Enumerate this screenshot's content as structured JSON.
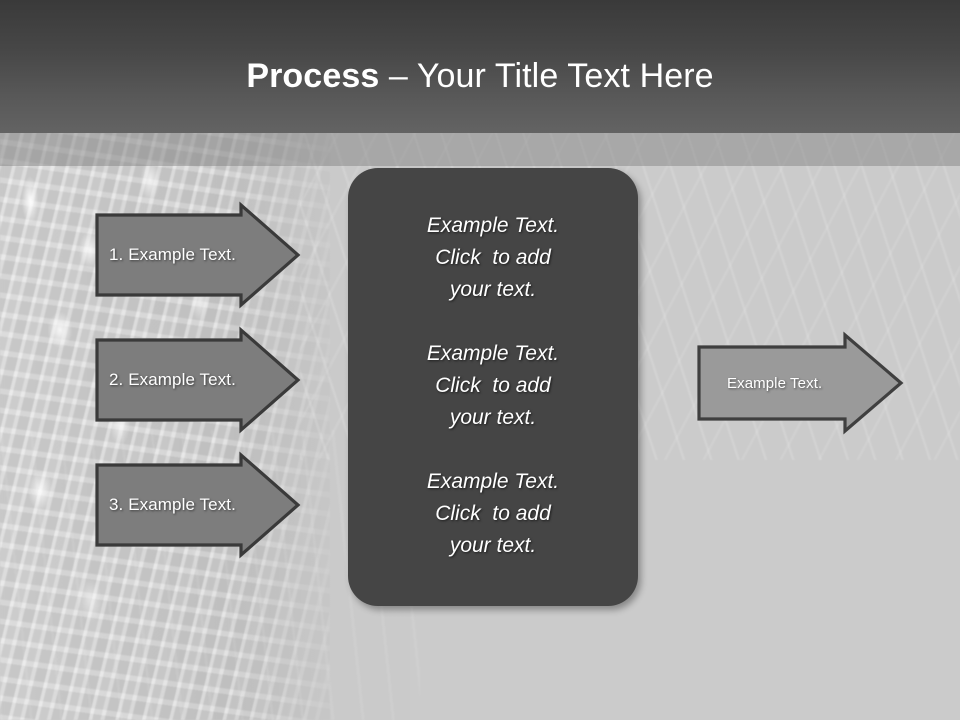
{
  "slide": {
    "header": {
      "title_bold": "Process",
      "title_rest": " – Your Title Text Here"
    },
    "process_arrows": [
      {
        "label": "1. Example Text."
      },
      {
        "label": "2. Example Text."
      },
      {
        "label": "3. Example Text."
      }
    ],
    "center_panel": {
      "blocks": [
        {
          "line1": "Example Text.",
          "line2": "Click  to add",
          "line3": "your text."
        },
        {
          "line1": "Example Text.",
          "line2": "Click  to add",
          "line3": "your text."
        },
        {
          "line1": "Example Text.",
          "line2": "Click  to add",
          "line3": "your text."
        }
      ]
    },
    "result_arrow": {
      "label": "Example Text."
    },
    "colors": {
      "header_gradient_top": "#3a3a3a",
      "header_gradient_bottom": "#636363",
      "header_band": "#787878",
      "background": "#cacaca",
      "arrow_fill": "#7d7d7d",
      "arrow_border": "#3a3a3a",
      "result_arrow_fill": "#9a9a9a",
      "panel_fill": "#454545",
      "text": "#ffffff"
    }
  }
}
